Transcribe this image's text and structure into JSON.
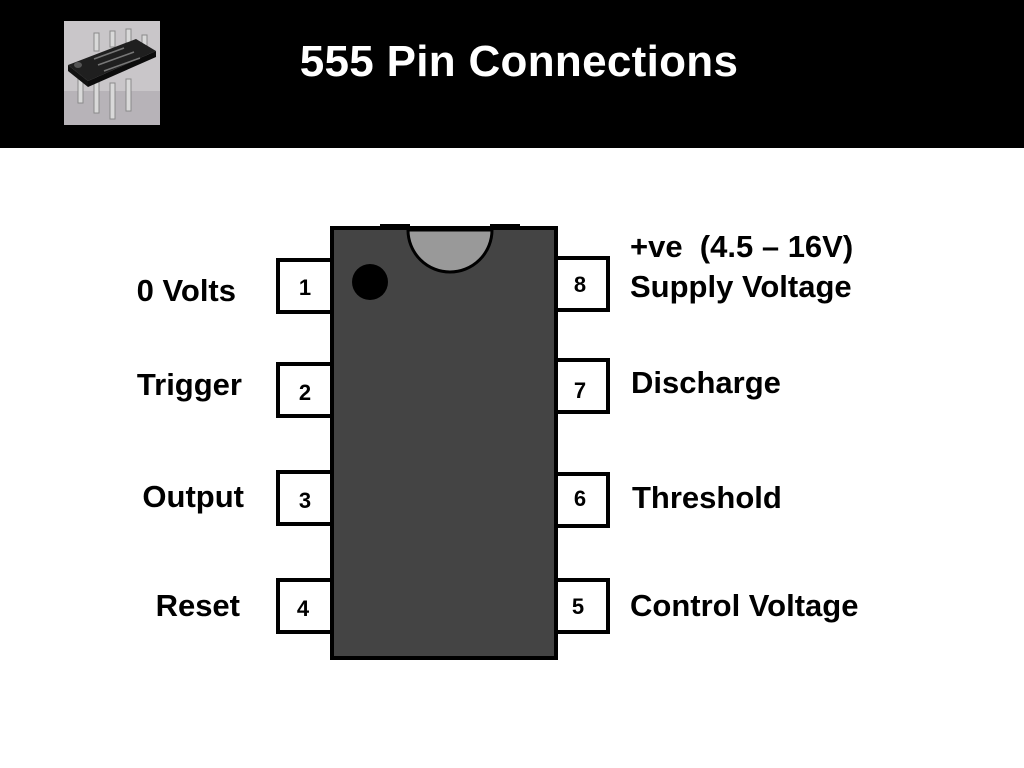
{
  "header": {
    "title": "555 Pin Connections",
    "background_color": "#000000",
    "photo_icon": "ic-chip-photo"
  },
  "chip": {
    "body_color": "#444444",
    "pins": [
      {
        "number": "1",
        "label": "0 Volts"
      },
      {
        "number": "2",
        "label": "Trigger"
      },
      {
        "number": "3",
        "label": "Output"
      },
      {
        "number": "4",
        "label": "Reset"
      },
      {
        "number": "5",
        "label": "Control Voltage"
      },
      {
        "number": "6",
        "label": "Threshold"
      },
      {
        "number": "7",
        "label": "Discharge"
      },
      {
        "number": "8",
        "label": "Supply Voltage",
        "sublabel": "+ve  (4.5 – 16V)"
      }
    ]
  }
}
